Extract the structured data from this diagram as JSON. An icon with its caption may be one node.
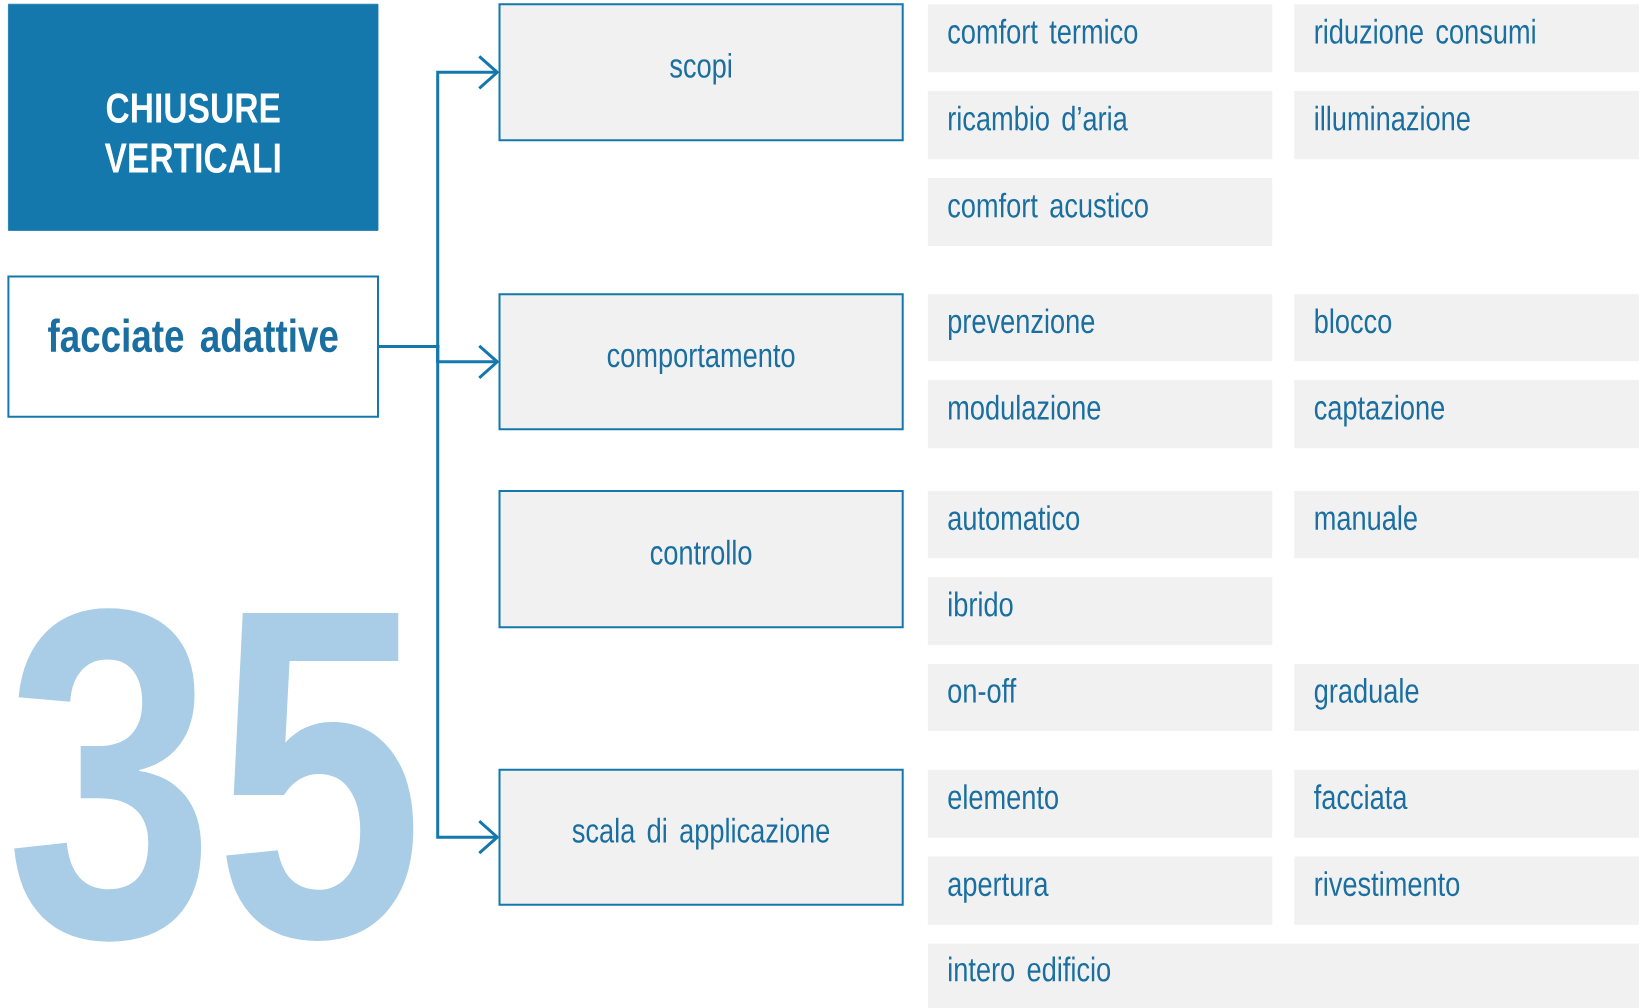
{
  "diagram": {
    "nodes": [
      {
        "text": [
          "CHIUSURE VERTICALI"
        ]
      },
      {
        "text": [
          "facciate adattive"
        ]
      },
      {
        "text": [
          "scopi"
        ]
      },
      {
        "text": [
          "comportamento"
        ]
      },
      {
        "text": [
          "controllo"
        ]
      },
      {
        "text": [
          "scala di applicazione"
        ]
      },
      {
        "text": [
          "comfort termico"
        ]
      },
      {
        "text": [
          "riduzione consumi"
        ]
      },
      {
        "text": [
          "ricambio d’aria"
        ]
      },
      {
        "text": [
          "illuminazione"
        ]
      },
      {
        "text": [
          "comfort acustico"
        ]
      },
      {
        "text": [
          "prevenzione"
        ]
      },
      {
        "text": [
          "blocco"
        ]
      },
      {
        "text": [
          "modulazione"
        ]
      },
      {
        "text": [
          "captazione"
        ]
      },
      {
        "text": [
          "automatico"
        ]
      },
      {
        "text": [
          "manuale"
        ]
      },
      {
        "text": [
          "ibrido"
        ]
      },
      {
        "text": [
          "on-off"
        ]
      },
      {
        "text": [
          "graduale"
        ]
      },
      {
        "text": [
          "elemento"
        ]
      },
      {
        "text": [
          "facciata"
        ]
      },
      {
        "text": [
          "apertura"
        ]
      },
      {
        "text": [
          "rivestimento"
        ]
      },
      {
        "text": [
          "intero edificio"
        ]
      }
    ],
    "edges": [
      {
        "from": 1,
        "to": 2,
        "arrow": "to"
      },
      {
        "from": 1,
        "to": 3,
        "arrow": "to"
      },
      {
        "from": 1,
        "to": 5,
        "arrow": "to"
      }
    ],
    "labels": [
      "35"
    ]
  }
}
